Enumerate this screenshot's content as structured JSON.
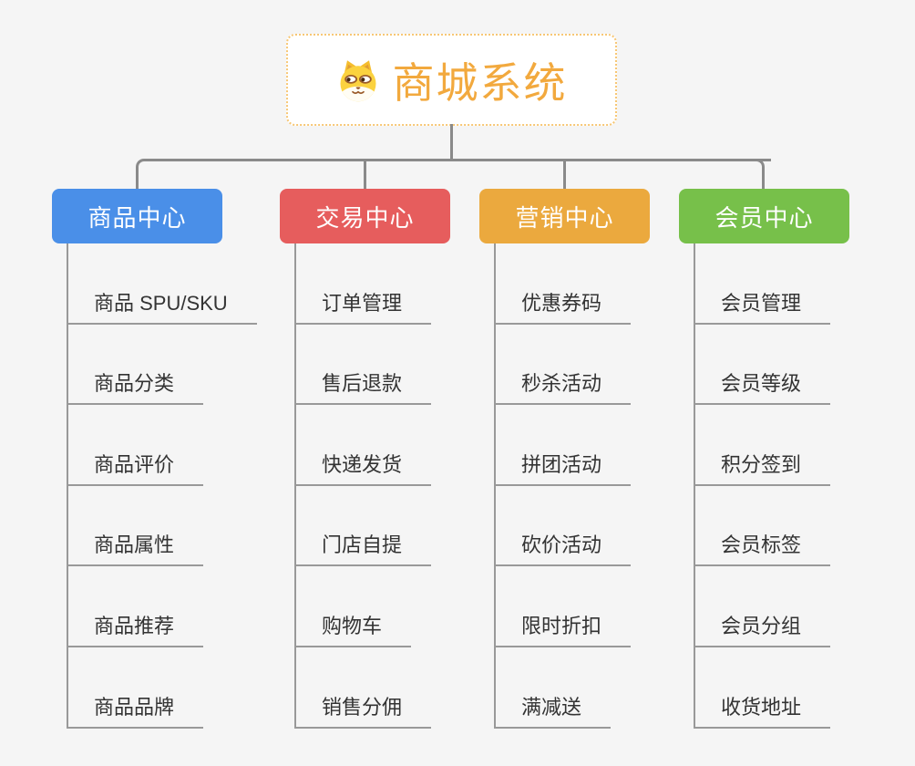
{
  "root": {
    "title": "商城系统",
    "icon": "dog-face-icon"
  },
  "branches": [
    {
      "label": "商品中心",
      "color": "#4a8fe8",
      "children": [
        "商品 SPU/SKU",
        "商品分类",
        "商品评价",
        "商品属性",
        "商品推荐",
        "商品品牌"
      ]
    },
    {
      "label": "交易中心",
      "color": "#e65d5d",
      "children": [
        "订单管理",
        "售后退款",
        "快递发货",
        "门店自提",
        "购物车",
        "销售分佣"
      ]
    },
    {
      "label": "营销中心",
      "color": "#eba93e",
      "children": [
        "优惠券码",
        "秒杀活动",
        "拼团活动",
        "砍价活动",
        "限时折扣",
        "满减送"
      ]
    },
    {
      "label": "会员中心",
      "color": "#77c04a",
      "children": [
        "会员管理",
        "会员等级",
        "积分签到",
        "会员标签",
        "会员分组",
        "收货地址"
      ]
    }
  ],
  "colors": {
    "background": "#f5f5f5",
    "connector": "#8a8a8a",
    "leaf_line": "#999999",
    "leaf_text": "#333333",
    "root_accent": "#f2a93e",
    "root_border": "#f7c775"
  }
}
